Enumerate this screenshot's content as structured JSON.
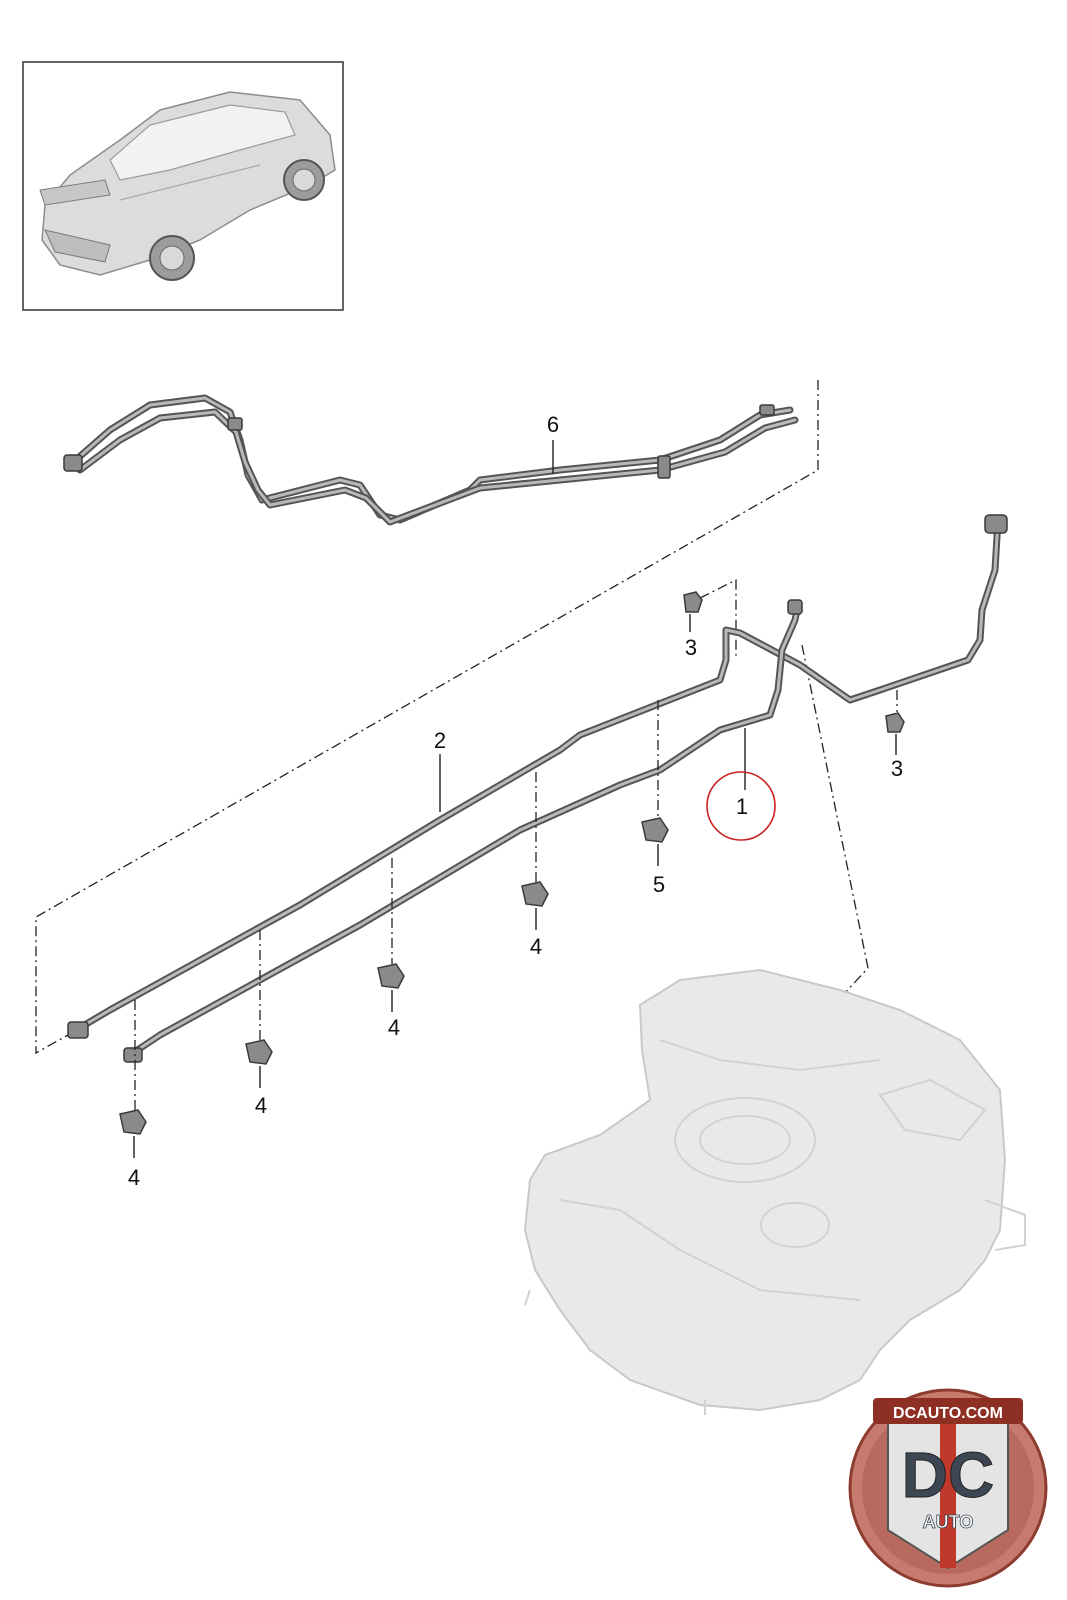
{
  "callouts": {
    "c1": "1",
    "c2": "2",
    "c3a": "3",
    "c3b": "3",
    "c4a": "4",
    "c4b": "4",
    "c4c": "4",
    "c4d": "4",
    "c5": "5",
    "c6": "6"
  },
  "logo": {
    "text_top": "DCAUTO.COM",
    "text_main": "DC",
    "text_sub": "AUTO"
  },
  "colors": {
    "highlight": "#cc2222",
    "logo_red": "#c0392b"
  }
}
